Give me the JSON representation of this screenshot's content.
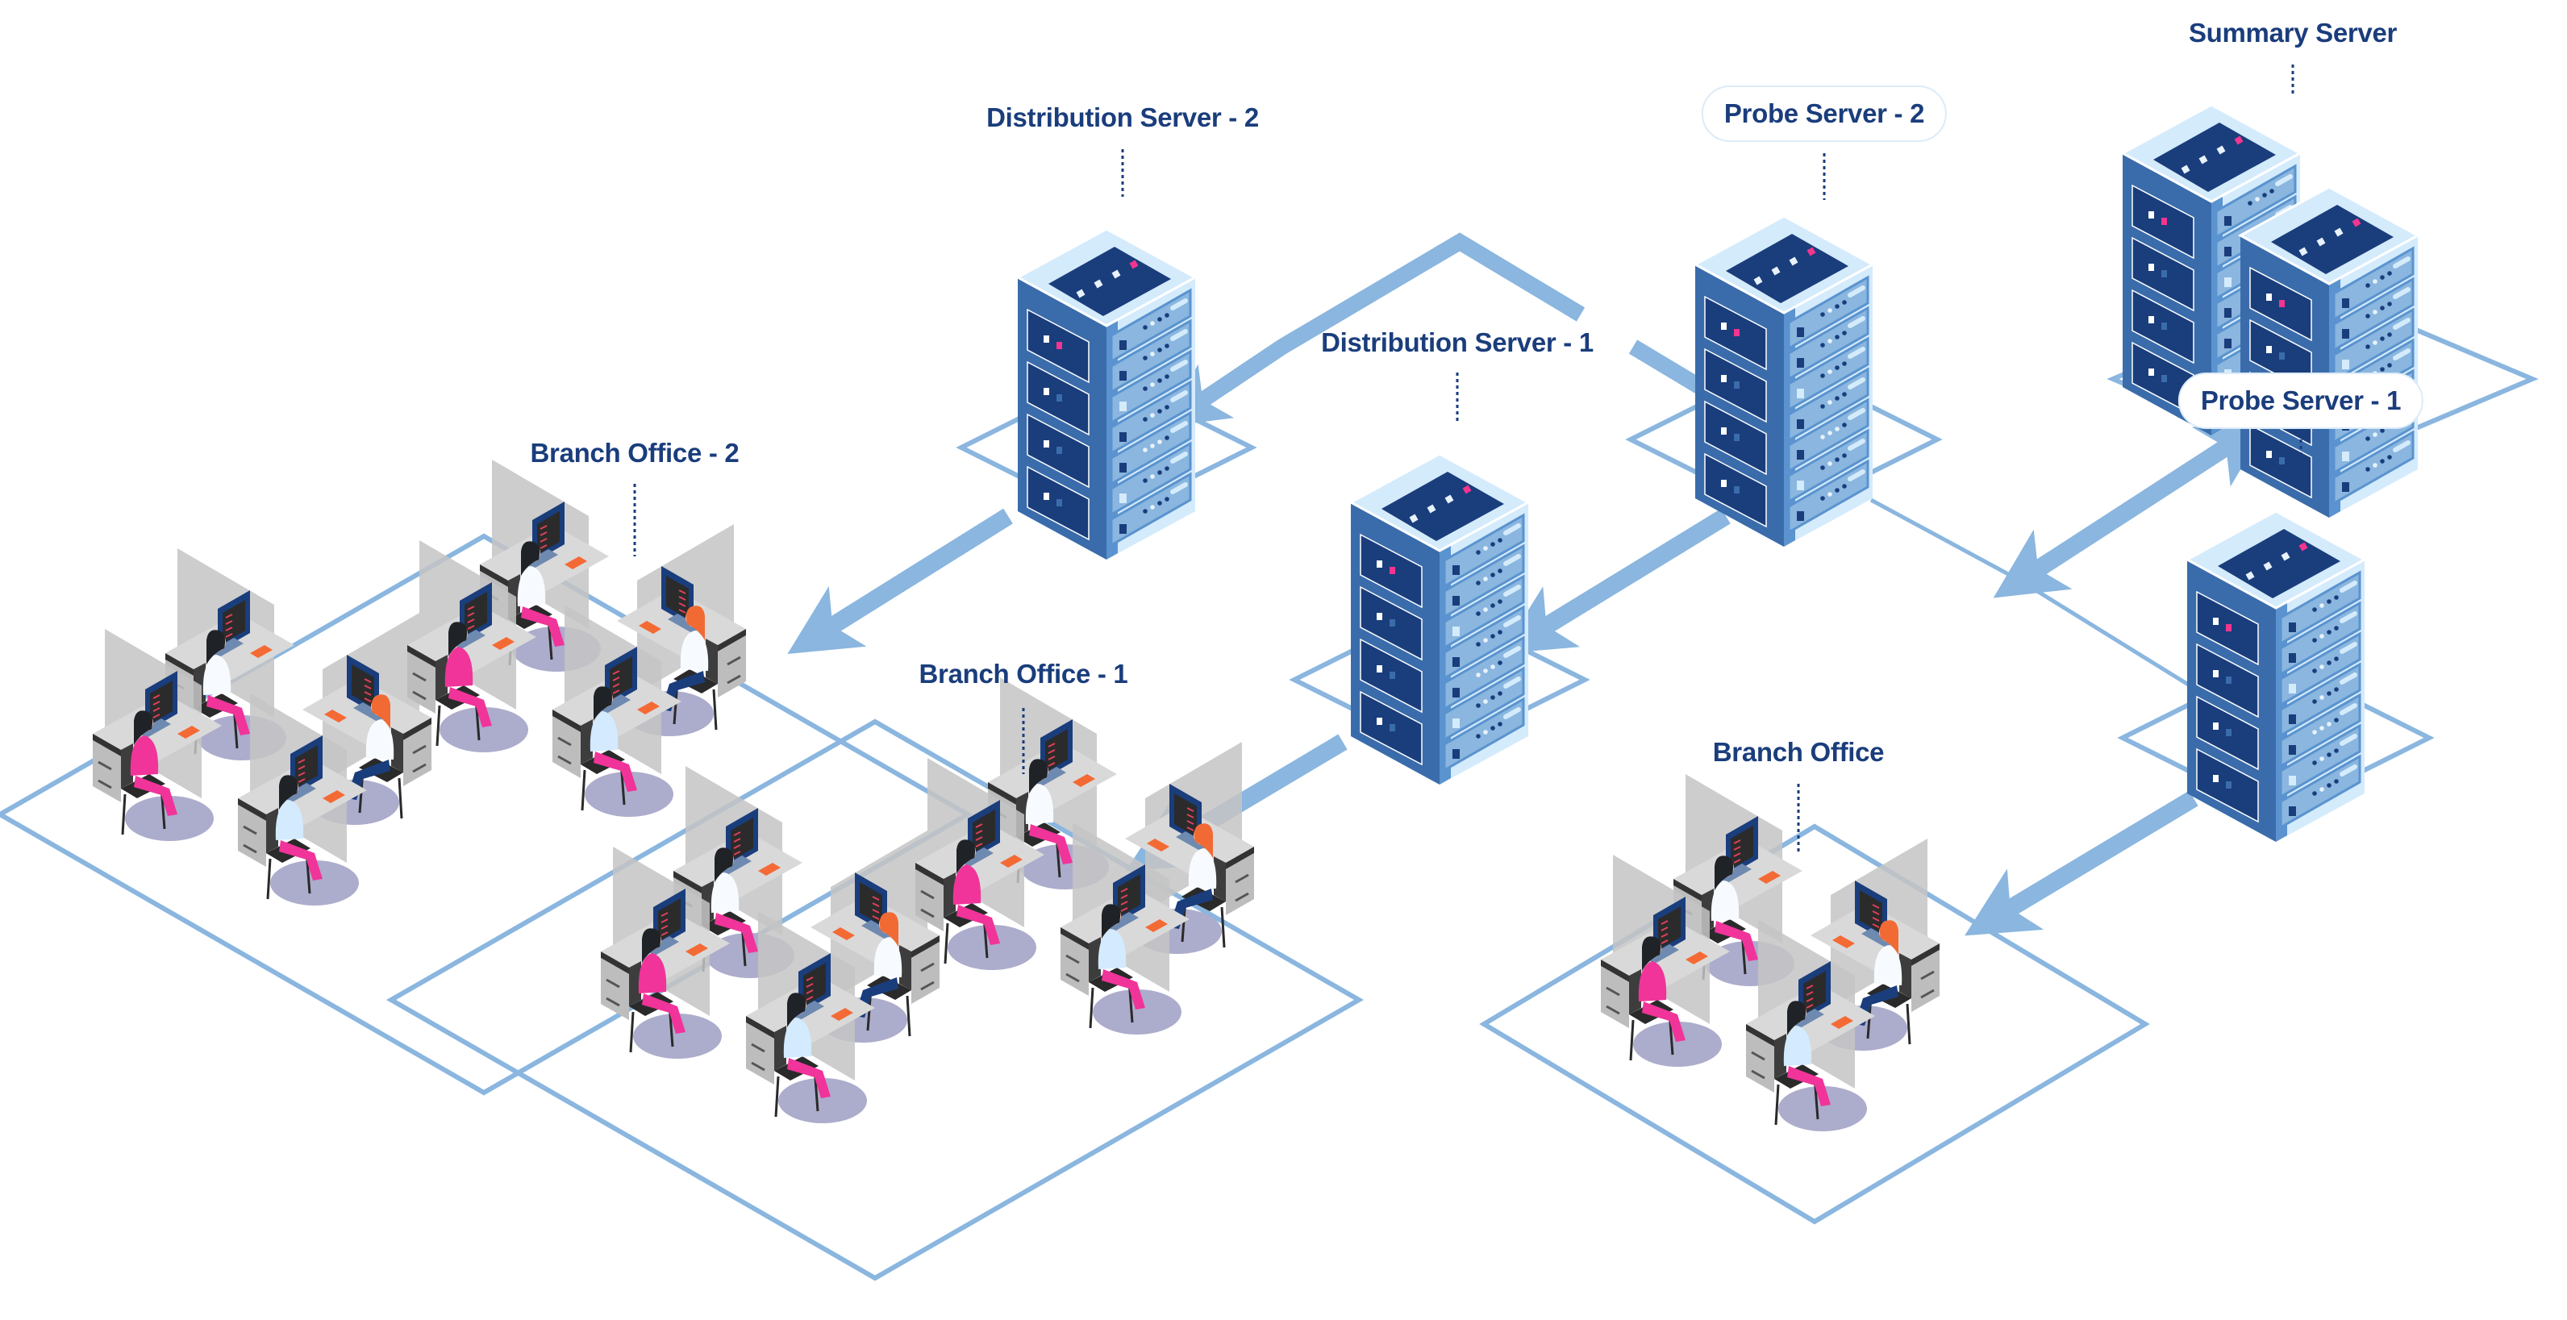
{
  "colors": {
    "label_text": "#1a3d7c",
    "connector": "#8ab6df",
    "server_top": "#d4ebfc",
    "server_left": "#3a6cab",
    "server_right": "#d4ebfc",
    "server_slot": "#8ab6df",
    "server_panel": "#1a3d7c",
    "led_pink": "#f5358e",
    "led_white": "#e8f2fb",
    "partition": "#c4c4c4",
    "desk_top": "#d9d9d9",
    "desk_side": "#bdbdbd",
    "monitor": "#1a3d7c",
    "chair": "#3d3d3d",
    "shirt_pink": "#f0349a",
    "shirt_white": "#f7fbff",
    "shirt_light": "#d3eaff",
    "hair_dark": "#1f2327",
    "hair_orange": "#f26a33",
    "book_orange": "#f46a35",
    "floor_shadow": "#acaccc"
  },
  "nodes": {
    "summary_server": {
      "label": "Summary Server",
      "type": "server",
      "count": 2,
      "style": "plain"
    },
    "probe_server_2": {
      "label": "Probe Server - 2",
      "type": "server",
      "count": 1,
      "style": "pill"
    },
    "probe_server_1": {
      "label": "Probe Server  - 1",
      "type": "server",
      "count": 1,
      "style": "pill"
    },
    "distribution_server_2": {
      "label": "Distribution Server - 2",
      "type": "server",
      "count": 1,
      "style": "plain"
    },
    "distribution_server_1": {
      "label": "Distribution Server - 1",
      "type": "server",
      "count": 1,
      "style": "plain"
    },
    "branch_office_2": {
      "label": "Branch Office - 2",
      "type": "office",
      "workstations": 8
    },
    "branch_office_1": {
      "label": "Branch Office - 1",
      "type": "office",
      "workstations": 8
    },
    "branch_office": {
      "label": "Branch Office",
      "type": "office",
      "workstations": 4
    }
  },
  "edges": [
    {
      "from": "summary_server",
      "to": "probe_server_1",
      "direction": "bidirectional"
    },
    {
      "from": "summary_server",
      "to": "probe_server_2",
      "direction": "forward"
    },
    {
      "from": "probe_server_2",
      "to": "distribution_server_2",
      "direction": "forward"
    },
    {
      "from": "probe_server_2",
      "to": "distribution_server_1",
      "direction": "forward"
    },
    {
      "from": "probe_server_1",
      "to": "branch_office",
      "direction": "forward"
    },
    {
      "from": "distribution_server_2",
      "to": "branch_office_2",
      "direction": "forward"
    },
    {
      "from": "distribution_server_1",
      "to": "branch_office_1",
      "direction": "forward"
    }
  ]
}
